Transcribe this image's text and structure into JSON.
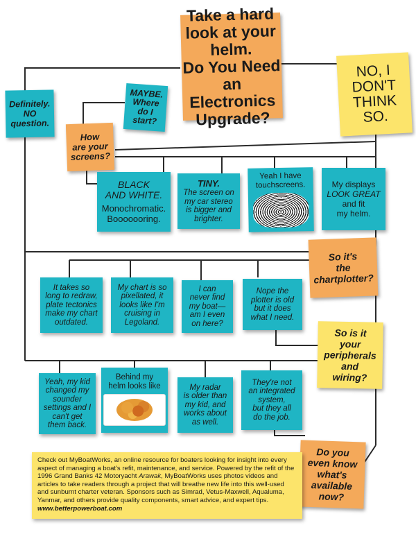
{
  "colors": {
    "teal": "#1fb5c4",
    "orange": "#f4a95a",
    "yellow": "#fce46b",
    "line": "#2a2a2a"
  },
  "start": {
    "lines": [
      "Take a hard",
      "look at your",
      "helm.",
      "Do You Need",
      "an Electronics",
      "Upgrade?"
    ]
  },
  "no": {
    "lines": [
      "NO, I",
      "DON'T",
      "THINK",
      "SO."
    ]
  },
  "definitely": {
    "lines": [
      "Definitely.",
      "NO",
      "question."
    ]
  },
  "maybe": {
    "lines": [
      "MAYBE.",
      "Where",
      "do I",
      "start?"
    ]
  },
  "screens_q": {
    "lines": [
      "How",
      "are your",
      "screens?"
    ]
  },
  "screens": {
    "bw": {
      "head": [
        "BLACK",
        "AND WHITE."
      ],
      "body": [
        "Monochromatic.",
        "Booooooring."
      ]
    },
    "tiny": {
      "head": "TINY.",
      "body": [
        "The screen on",
        "my car stereo",
        "is bigger and",
        "brighter."
      ]
    },
    "touch": {
      "head": "Yeah I have",
      "tail": "touchscreens.",
      "icon": "fingerprint-icon"
    },
    "great": {
      "pre": "My displays",
      "emph": "LOOK GREAT",
      "post": [
        "and fit",
        "my helm."
      ]
    }
  },
  "chartplotter_q": {
    "lines": [
      "So it's",
      "the",
      "chartplotter?"
    ]
  },
  "plotter": {
    "redraw": [
      "It takes so",
      "long to redraw,",
      "plate tectonics",
      "make my chart",
      "outdated."
    ],
    "pixel": [
      "My chart is so",
      "pixellated, it",
      "looks like I'm",
      "cruising in",
      "Legoland."
    ],
    "find": [
      "I can",
      "never find",
      "my boat—",
      "am I even",
      "on here?"
    ],
    "old": [
      "Nope the",
      "plotter is old",
      "but it does",
      "what I need."
    ]
  },
  "peripherals_q": {
    "lines": [
      "So is it",
      "your",
      "peripherals",
      "and",
      "wiring?"
    ]
  },
  "periph": {
    "kid": [
      "Yeah, my kid",
      "changed my",
      "sounder",
      "settings and I",
      "can't get",
      "them back."
    ],
    "helm": {
      "lines": [
        "Behind my",
        "helm looks like"
      ],
      "icon": "spaghetti-plate-icon"
    },
    "radar": [
      "My radar",
      "is older than",
      "my kid, and",
      "works about",
      "as well."
    ],
    "integrated": [
      "They're not",
      "an integrated",
      "system,",
      "but they all",
      "do the job."
    ]
  },
  "available_q": {
    "lines": [
      "Do you",
      "even know",
      "what's",
      "available",
      "now?"
    ]
  },
  "promo": {
    "pre": "Check out MyBoatWorks, an online resource for boaters looking for insight into every aspect of managing a boat's refit, maintenance, and service. Powered by the refit of the 1996 Grand Banks 42 Motoryacht ",
    "boat": "Arawak",
    "post": ", MyBoatWorks uses photos videos and articles to take readers through a project that will breathe new life into this well-used and sunburnt charter veteran. Sponsors such as Simrad, Vetus-Maxwell, Aqualuma, Yanmar, and others provide quality components, smart advice, and expert tips. ",
    "url": "www.betterpowerboat.com"
  }
}
